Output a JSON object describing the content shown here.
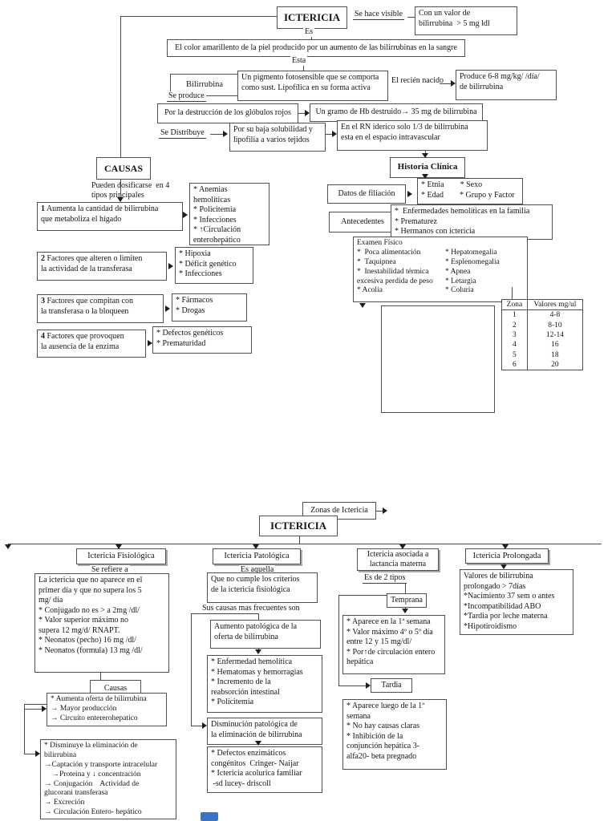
{
  "top": {
    "title": "ICTERICIA",
    "lbl_es1": "Es",
    "lbl_se_hace_visible": "Se hace visible",
    "box_valor": "Con un valor de\nbilirrubina  > 5 mg ldl",
    "box_color": "El color amarillento de la piel producido por un aumento de las bilirrubinas en la sangre",
    "lbl_esta": "Esta",
    "box_bilirrubina": "Bilirrubina",
    "lbl_es2": "Es",
    "box_pigmento": "Un pigmento fotosensible que se comporta como sust. Lipofílica en su forma activa",
    "lbl_recien_nacido": "El recién nacido",
    "box_produce": "Produce 6-8 mg/kg/ /día/\nde bilirrubina",
    "lbl_se_produce": "Se produce",
    "box_destruccion": "Por la destrucción de los glóbulos rojos",
    "box_gramo": "Un gramo de Hb destruido→ 35 mg de bilirrubina",
    "lbl_se_distribuye": "Se Distribuye",
    "box_solubilidad": "Por su baja solubilidad y\nlipofilia a varios tejidos",
    "box_rn": "En el RN iderico solo 1/3 de bilirrubina\nesta en el espacio intravascular"
  },
  "causas": {
    "title": "CAUSAS",
    "subtitle": "Pueden dosificarse  en 4\ntipos principales",
    "items": [
      {
        "num": "1",
        "text": " Aumenta la cantidad de bilirrubina\nque metaboliza el hígado",
        "detail": "* Anemias\nhemolíticas\n* Policitemia\n* Infecciones\n* ↑Circulación\nenterohepático"
      },
      {
        "num": "2",
        "text": " Factores que alteren o limiten\nla actividad de la transferasa",
        "detail": "* Hipoxia\n* Déficit genético\n* Infecciones"
      },
      {
        "num": "3",
        "text": " Factores que compitan con\nla transferasa o la bloqueen",
        "detail": "* Fármacos\n* Drogas"
      },
      {
        "num": "4",
        "text": " Factores que provoquen\nla ausencia de la enzima",
        "detail": "* Defectos genéticos\n* Prematuridad"
      }
    ]
  },
  "historia": {
    "title": "Historia Clínica",
    "datos_label": "Datos de filiación",
    "datos_detail": "* Etnia        * Sexo\n* Edad        * Grupo y Factor",
    "antecedentes_label": "Antecedentes",
    "antecedentes_detail": "*  Enfermedades hemolíticas en la familia\n* Prematurez\n* Hermanos con ictericia",
    "examen_title": "Examen Físico",
    "examen_col1": "*  Poca alimentación\n*  Taquipnea\n*  Inestabilidad térmica\nexcesiva perdida de peso\n* Acolia",
    "examen_col2": "* Hepatomegalia\n* Esplenomegalia\n* Apnea\n* Letargia\n* Coluria",
    "zona_table": {
      "col1_header": "Zona",
      "col2_header": "Valores mg/ul",
      "rows": [
        {
          "zona": "1",
          "valor": "4-8"
        },
        {
          "zona": "2",
          "valor": "8-10"
        },
        {
          "zona": "3",
          "valor": "12-14"
        },
        {
          "zona": "4",
          "valor": "16"
        },
        {
          "zona": "5",
          "valor": "18"
        },
        {
          "zona": "6",
          "valor": "20"
        }
      ]
    }
  },
  "bottom": {
    "zonas_label": "Zonas de Ictericia",
    "title": "ICTERICIA",
    "fisiologica": {
      "header": "Ictericia Fisiológica",
      "connector": "Se refiere a",
      "desc": "La ictericia que no aparece en el\nprimer día y que no supera los 5\nmg/ día\n* Conjugado no es > a 2mg /dl/\n* Valor superior máximo no\nsupera 12 mg/d/ RNAPT.\n* Neonatos (pecho) 16 mg /dl/\n* Neonatos (formula) 13 mg /dl/",
      "causas_label": "Causas",
      "causa_oferta": "* Aumenta oferta de bilirrubina\n→ Mayor producción\n→ Circuito entererohepatico",
      "causa_eliminacion": "* Disminuye la eliminación de\nbilirrubina\n→Captación y transporte intracelular\n    →Proteína y ↓ concentración\n→ Conjugación    Actividad de\nglucorani transferasa\n→ Excreción\n→ Circulación Entero- hepático"
    },
    "patologica": {
      "header": "Ictericia Patológica",
      "connector": "Es  aquella",
      "desc": "Que no cumple los criterios\nde la ictericia fisiológica",
      "causas_intro": "Sus causas mas frecuentes son",
      "aumento": "Aumento patológica de la\noferta de bilirrubina",
      "aumento_detail": "* Enfermedad hemolítica\n* Hematomas y hemorragias\n* Incremento de la\nreabsorción intestinal\n* Policitemia",
      "disminucion": "Disminución patológica de\nla eliminación de bilirrubina",
      "disminucion_detail": "* Defectos enzimáticos\ncongénitos  Cringer- Naijar\n* Ictericia acolurica familiar\n -sd lucey- driscoll"
    },
    "lactancia": {
      "header": "Ictericia asociada a\nlactancia materna",
      "connector": "Es de 2 tipos",
      "temprana_label": "Temprana",
      "temprana_detail": "* Aparece en la 1ª semana\n* Valor máximo 4º o 5º día\nentre 12 y 15 mg/dl/\n* Por↑de circulación entero\nhepática",
      "tardia_label": "Tardia",
      "tardia_detail": "* Aparece luego de la 1ª\nsemana\n* No hay causas claras\n* Inhibición de la\nconjunción hepática 3-\nalfa20- beta pregnado"
    },
    "prolongada": {
      "header": "Ictericia Prolongada",
      "detail": "Valores de bilirrubina\nprolongado > 7días\n*Nacimiento 37 sem o antes\n*Incompatibilidad ABO\n*Tardia por leche materna\n*Hipotiroidismo"
    }
  }
}
